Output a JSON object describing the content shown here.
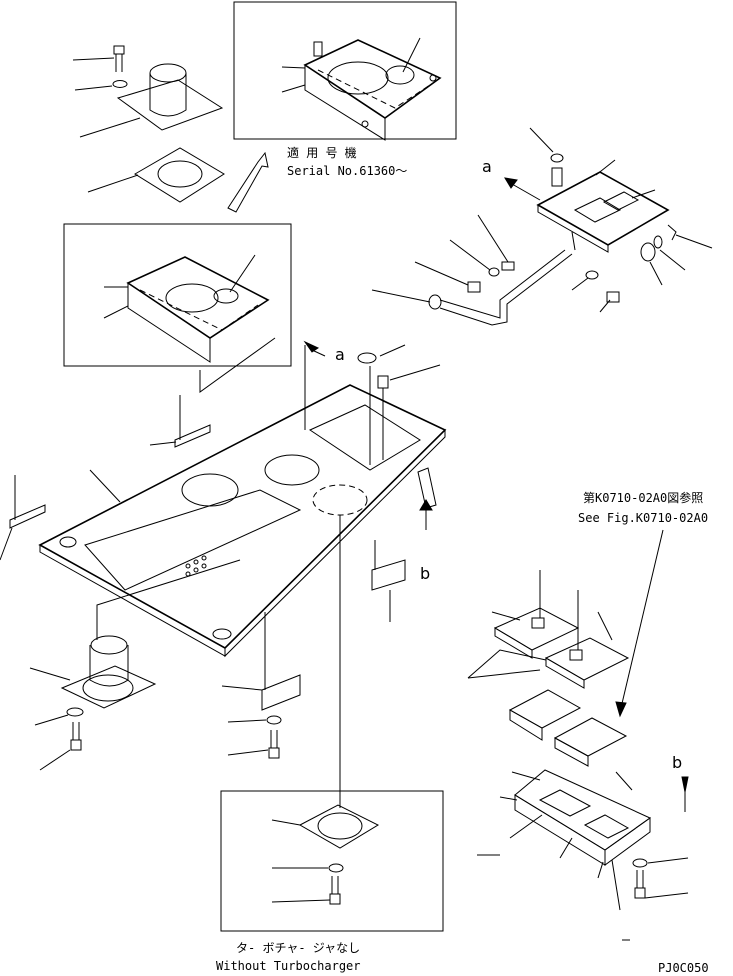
{
  "notes": {
    "serial_jp": "適 用 号 機",
    "serial_en": "Serial No.61360～",
    "see_fig_jp": "第K0710-02A0図参照",
    "see_fig_en": "See Fig.K0710-02A0",
    "no_turbo_jp": "タ- ボチャ- ジャなし",
    "no_turbo_en": "Without Turbocharger",
    "drawing_code": "PJ0C050"
  },
  "view_labels": {
    "a_top": "a",
    "a_mid": "a",
    "b_mid": "b",
    "b_right": "b"
  },
  "colors": {
    "line": "#000000",
    "background": "#ffffff"
  }
}
